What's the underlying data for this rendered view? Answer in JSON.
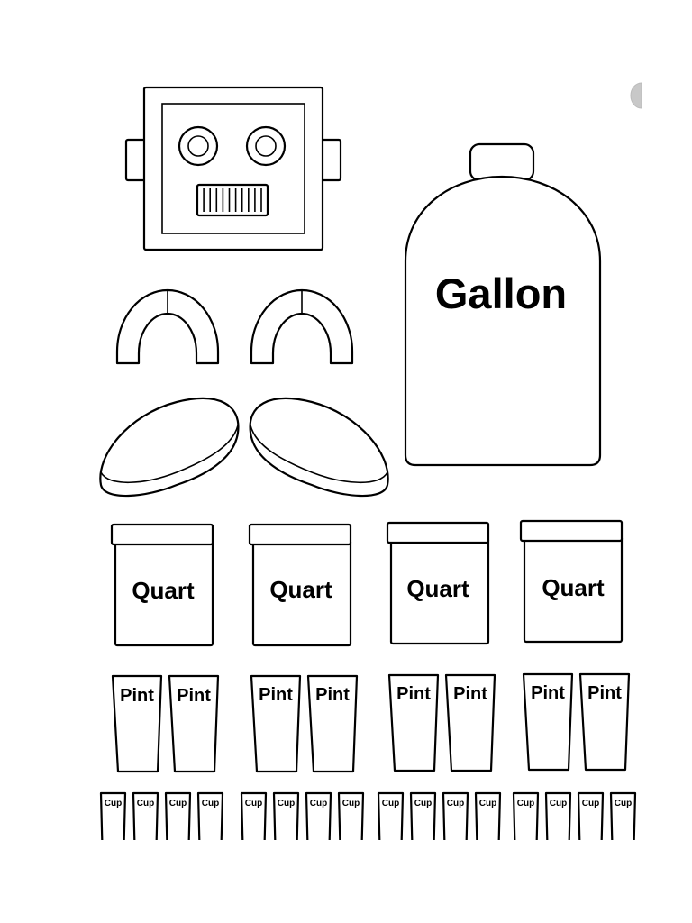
{
  "gallon": {
    "label": "Gallon"
  },
  "quarts": [
    {
      "label": "Quart"
    },
    {
      "label": "Quart"
    },
    {
      "label": "Quart"
    },
    {
      "label": "Quart"
    }
  ],
  "pints": [
    {
      "label": "Pint"
    },
    {
      "label": "Pint"
    },
    {
      "label": "Pint"
    },
    {
      "label": "Pint"
    },
    {
      "label": "Pint"
    },
    {
      "label": "Pint"
    },
    {
      "label": "Pint"
    },
    {
      "label": "Pint"
    }
  ],
  "cups": [
    {
      "label": "Cup"
    },
    {
      "label": "Cup"
    },
    {
      "label": "Cup"
    },
    {
      "label": "Cup"
    },
    {
      "label": "Cup"
    },
    {
      "label": "Cup"
    },
    {
      "label": "Cup"
    },
    {
      "label": "Cup"
    },
    {
      "label": "Cup"
    },
    {
      "label": "Cup"
    },
    {
      "label": "Cup"
    },
    {
      "label": "Cup"
    },
    {
      "label": "Cup"
    },
    {
      "label": "Cup"
    },
    {
      "label": "Cup"
    },
    {
      "label": "Cup"
    }
  ]
}
